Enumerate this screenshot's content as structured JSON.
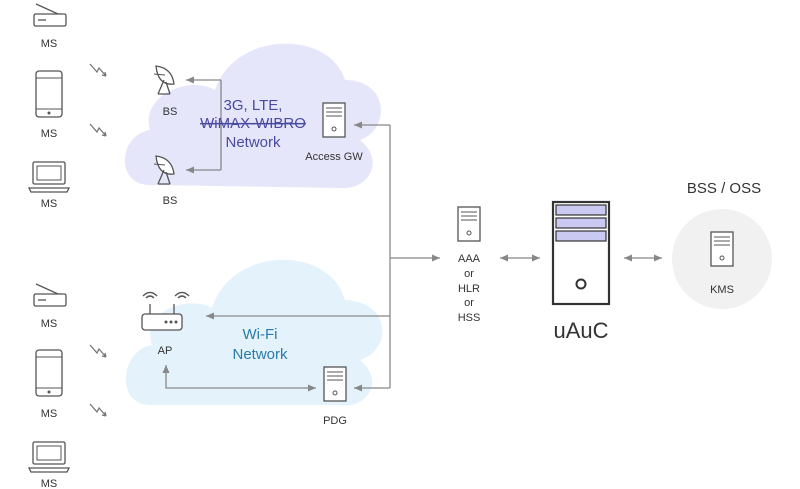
{
  "mobile_stations": {
    "upper": [
      "MS",
      "MS",
      "MS"
    ],
    "lower": [
      "MS",
      "MS",
      "MS"
    ]
  },
  "cellular": {
    "bs_top": "BS",
    "bs_bottom": "BS",
    "network_lines": [
      "3G, LTE,",
      "WiMAX-WIBRO",
      "Network"
    ],
    "gateway": "Access GW",
    "color": "#4a4aa0",
    "cloud_color": "#e6e6fb"
  },
  "wifi": {
    "ap": "AP",
    "network_lines": [
      "Wi-Fi",
      "Network"
    ],
    "pdg": "PDG",
    "color": "#2a7aa8",
    "cloud_color": "#e4f3fb"
  },
  "core": {
    "aaa_lines": [
      "AAA",
      "or",
      "HLR",
      "or",
      "HSS"
    ],
    "uauc": "uAuC",
    "uauc_accent": "#c9c9f2"
  },
  "bss": {
    "title": "BSS / OSS",
    "kms": "KMS"
  }
}
